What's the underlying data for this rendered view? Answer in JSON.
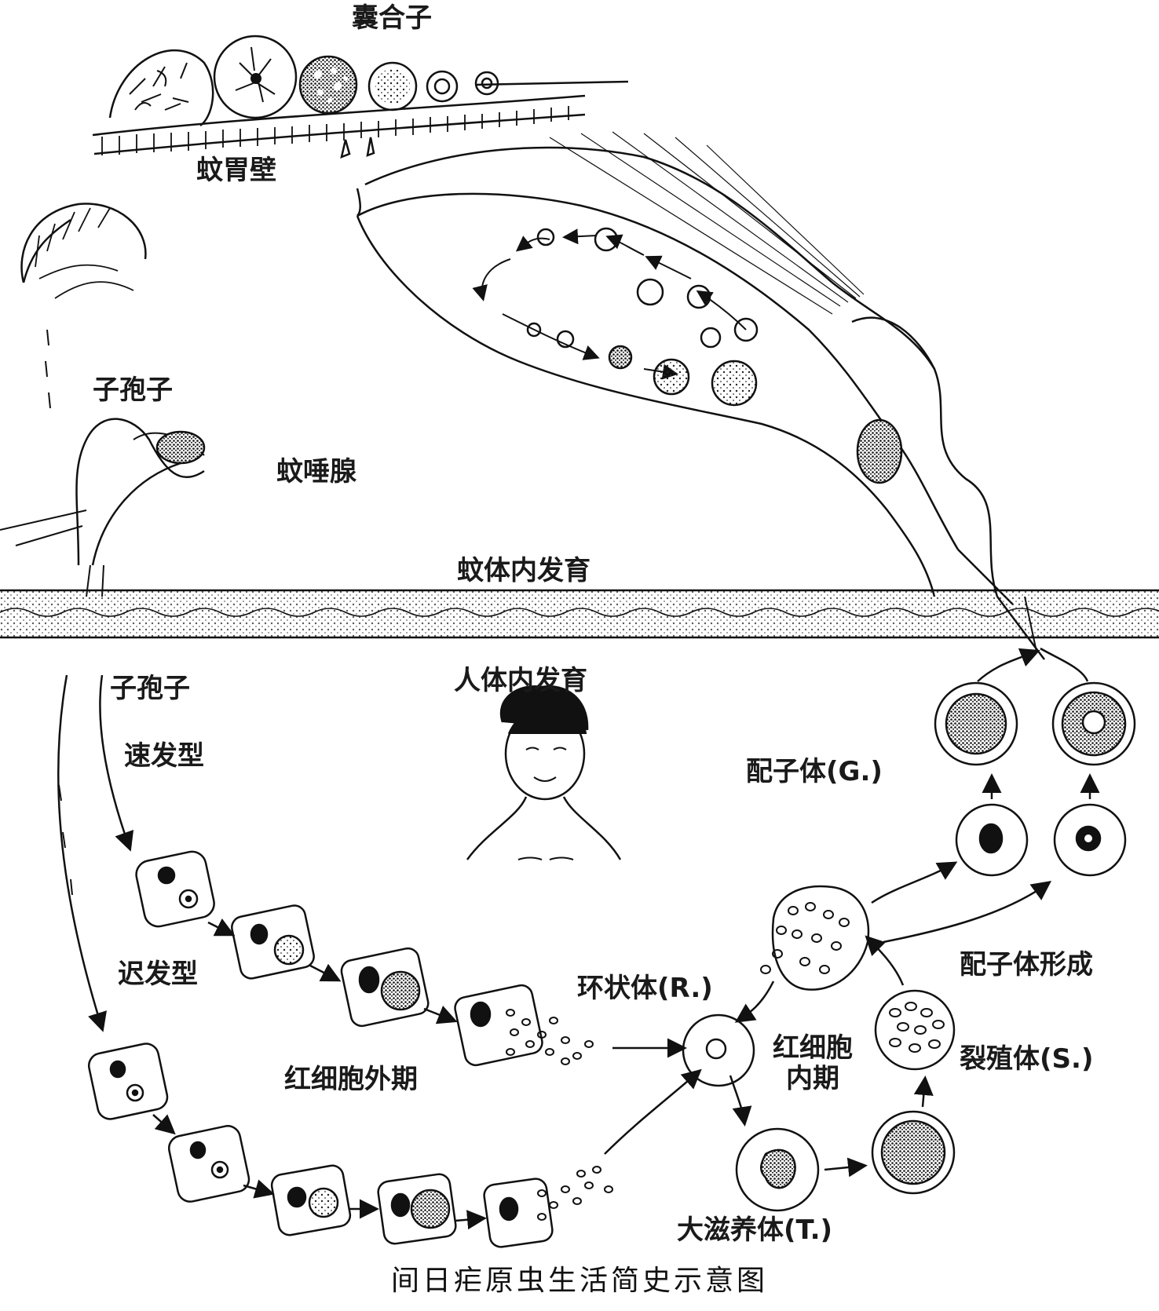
{
  "labels": {
    "oocyst": "囊合子",
    "stomach_wall": "蚊胃壁",
    "sporozoite_top": "子孢子",
    "salivary_gland": "蚊唾腺",
    "mosquito_dev": "蚊体内发育",
    "human_dev": "人体内发育",
    "sporozoite_bottom": "子孢子",
    "tachy": "速发型",
    "brady": "迟发型",
    "exo_erythrocytic": "红细胞外期",
    "ring": "环状体(R.)",
    "erythrocytic_line1": "红细胞",
    "erythrocytic_line2": "内期",
    "gametocyte": "配子体(G.)",
    "gametocyte_formation": "配子体形成",
    "schizont": "裂殖体(S.)",
    "trophozoite": "大滋养体(T.)"
  },
  "caption": "间日疟原虫生活简史示意图"
}
